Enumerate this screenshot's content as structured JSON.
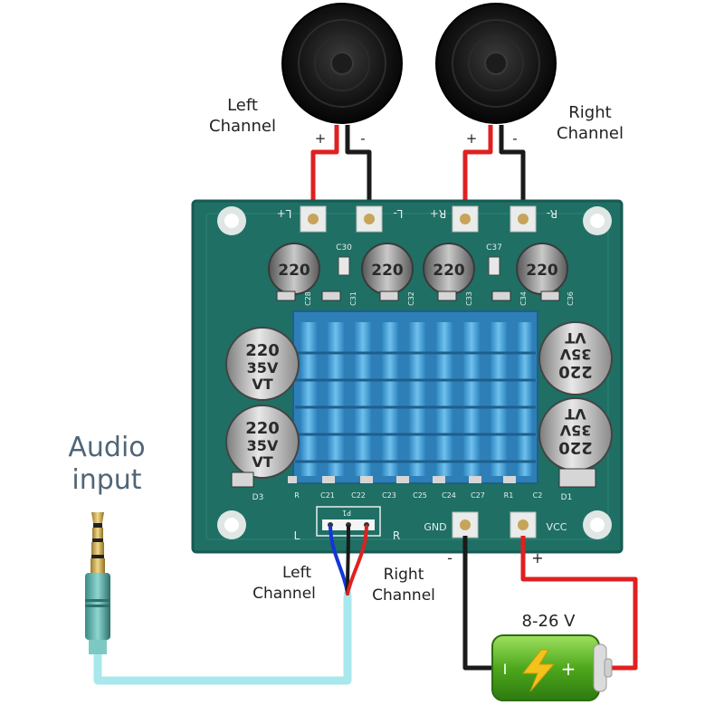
{
  "speakers": {
    "left_label_line1": "Left",
    "left_label_line2": "Channel",
    "right_label_line1": "Right",
    "right_label_line2": "Channel",
    "plus": "+",
    "minus": "-"
  },
  "board": {
    "terminals": {
      "l_plus": "L+",
      "l_minus": "L-",
      "r_plus": "R+",
      "r_minus": "R-",
      "gnd": "GND",
      "vcc": "VCC"
    },
    "small_caps": [
      "220",
      "220",
      "220",
      "220"
    ],
    "big_cap_value": "220",
    "big_cap_voltage": "35V",
    "big_cap_series": "VT",
    "silkscreen": {
      "c30": "C30",
      "c37": "C37",
      "c28": "C28",
      "c31": "C31",
      "c32": "C32",
      "c33": "C33",
      "c34": "C34",
      "c36": "C36",
      "bottom_row": [
        "R",
        "C21",
        "C22",
        "C23",
        "C25",
        "C24",
        "C27",
        "R1",
        "C2"
      ],
      "d3": "D3",
      "d1": "D1",
      "p1": "P1",
      "l": "L",
      "r": "R"
    }
  },
  "audio_input": {
    "line1": "Audio",
    "line2": "input",
    "left_line1": "Left",
    "left_line2": "Channel",
    "right_line1": "Right",
    "right_line2": "Channel"
  },
  "power": {
    "voltage": "8-26 V",
    "minus": "-",
    "plus": "+",
    "battery_minus": "I",
    "battery_plus": "+"
  },
  "colors": {
    "pcb": "#1f6f64",
    "pcb_edge": "#175a51",
    "heatsink": "#3e9fd6",
    "wire_red": "#e02020",
    "wire_black": "#1a1a1a",
    "wire_blue": "#1336d8",
    "audio_cable": "#a8e8ec",
    "battery_green": "#5fc02a",
    "text_blue_gray": "#506577"
  }
}
